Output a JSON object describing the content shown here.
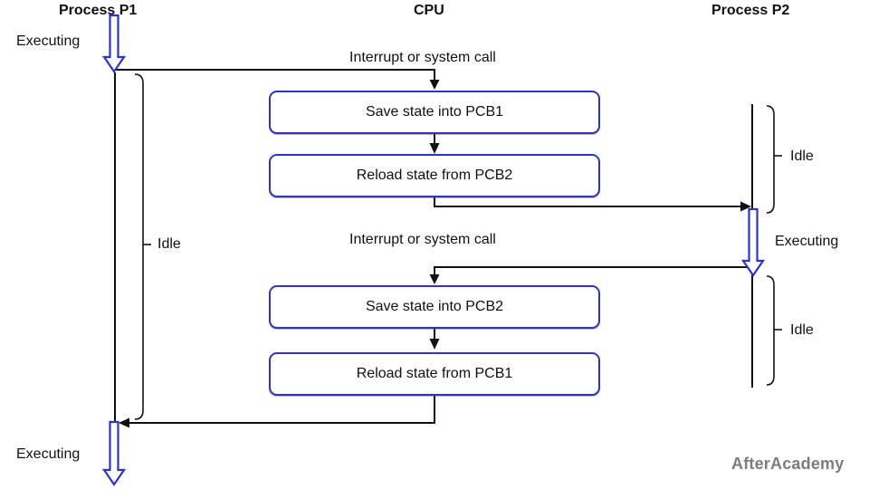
{
  "columns": {
    "p1": "Process P1",
    "cpu": "CPU",
    "p2": "Process P2"
  },
  "labels": {
    "executing_top": "Executing",
    "executing_right": "Executing",
    "executing_bottom": "Executing",
    "idle_p1": "Idle",
    "idle_p2_top": "Idle",
    "idle_p2_bottom": "Idle",
    "interrupt1": "Interrupt or system call",
    "interrupt2": "Interrupt or system call"
  },
  "boxes": [
    {
      "label": "Save state into PCB1"
    },
    {
      "label": "Reload state from PCB2"
    },
    {
      "label": "Save state into PCB2"
    },
    {
      "label": "Reload state from PCB1"
    }
  ],
  "watermark": "AfterAcademy",
  "colors": {
    "accent_blue": "#2d35c8",
    "line_black": "#111111",
    "watermark_gray": "#7d7d7d"
  }
}
